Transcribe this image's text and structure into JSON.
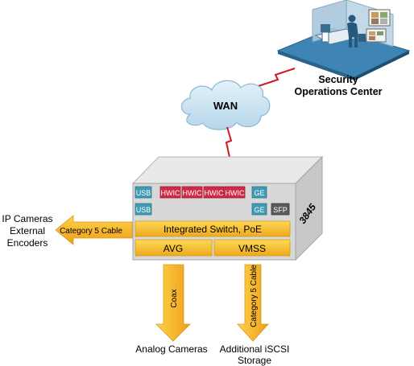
{
  "soc": {
    "label_line1": "Security",
    "label_line2": "Operations Center"
  },
  "wan": {
    "label": "WAN"
  },
  "router": {
    "model": "3845",
    "modules_row1": [
      "USB",
      "HWIC",
      "HWIC",
      "HWIC",
      "HWIC",
      "GE"
    ],
    "modules_row2": [
      "USB",
      "GE",
      "SFP"
    ],
    "bars": {
      "switch": "Integrated Switch, PoE",
      "avg": "AVG",
      "vmss": "VMSS"
    }
  },
  "left_arrow": {
    "cable_label": "Category 5 Cable",
    "target_line1": "IP Cameras",
    "target_line2": "External",
    "target_line3": "Encoders"
  },
  "down_arrow_avg": {
    "label": "Coax",
    "target": "Analog Cameras"
  },
  "down_arrow_vmss": {
    "label": "Category 5 Cable",
    "target_line1": "Additional iSCSI",
    "target_line2": "Storage"
  },
  "colors": {
    "accent_yellow": "#f6c233",
    "hwic_red": "#cf2a44",
    "usb_teal": "#3f9ab3",
    "router_gray": "#d9d9d9",
    "wan_cloud": "#c9e3f1",
    "soc_platform": "#3e84b4",
    "link_red": "#d1191f"
  }
}
